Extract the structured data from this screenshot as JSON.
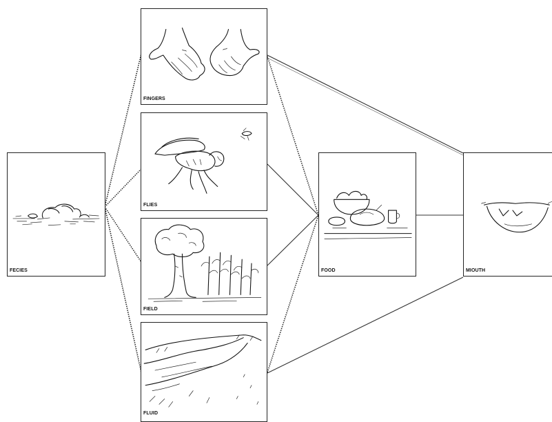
{
  "nodes": {
    "feces": {
      "label": "FECIES"
    },
    "fingers": {
      "label": "FINGERS"
    },
    "flies": {
      "label": "FLIES"
    },
    "field": {
      "label": "FIELD"
    },
    "fluids": {
      "label": "FLUID"
    },
    "food": {
      "label": "FOOD"
    },
    "mouth": {
      "label": "MIOUTH"
    }
  },
  "connections": [
    [
      "feces",
      "fingers"
    ],
    [
      "feces",
      "flies"
    ],
    [
      "feces",
      "field"
    ],
    [
      "feces",
      "fluids"
    ],
    [
      "fingers",
      "food"
    ],
    [
      "flies",
      "food"
    ],
    [
      "field",
      "food"
    ],
    [
      "fluids",
      "food"
    ],
    [
      "fingers",
      "mouth"
    ],
    [
      "fluids",
      "mouth"
    ],
    [
      "food",
      "mouth"
    ]
  ],
  "colors": {
    "line": "#222222",
    "card_border": "#222222",
    "background": "#ffffff"
  }
}
